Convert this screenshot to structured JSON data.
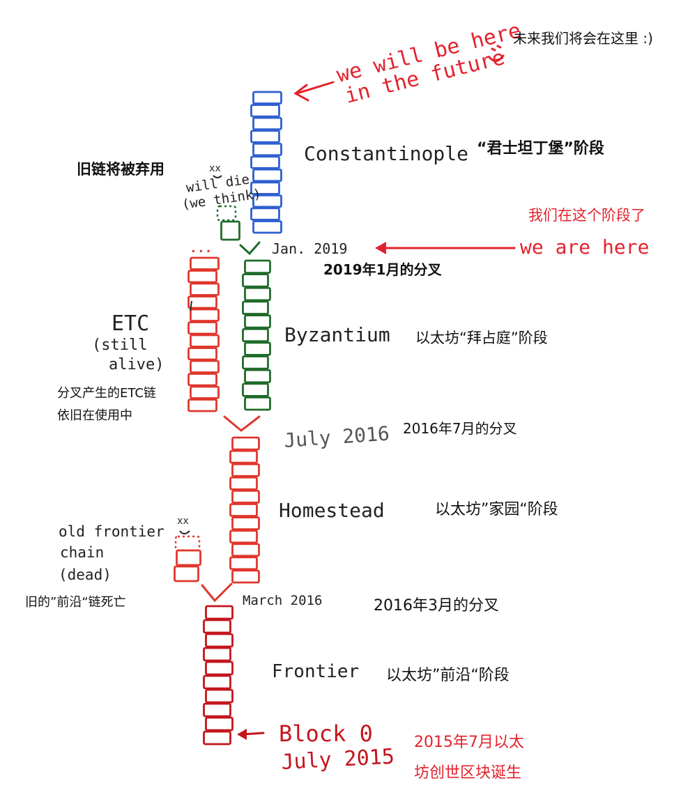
{
  "colors": {
    "blue": "#2f5fd0",
    "green": "#1f6b2a",
    "red": "#e0362c",
    "dark_red": "#c4151c",
    "hand_ink": "#2a2a2a",
    "annotation_red": "#e3222d",
    "text": "#111111"
  },
  "top": {
    "future_hand": [
      "we will be here",
      "in the future"
    ],
    "smiley": ":)",
    "future_cn": "未来我们将会在这里 :)"
  },
  "constantinople": {
    "hand": "Constantinople",
    "cn": "“君士坦丁堡”阶段"
  },
  "abandoned": {
    "cn": "旧链将被弃用",
    "dead_mark": "xx",
    "hand": [
      "will die",
      "(we think)"
    ]
  },
  "we_are_here": {
    "cn": "我们在这个阶段了",
    "hand": "we are here"
  },
  "fork_2019": {
    "hand": "Jan. 2019",
    "cn": "2019年1月的分叉"
  },
  "etc": {
    "hand": [
      "ETC",
      "(still",
      "alive)"
    ],
    "cn": [
      "分叉产生的ETC链",
      "依旧在使用中"
    ],
    "dots": "..."
  },
  "byzantium": {
    "hand": "Byzantium",
    "cn": "以太坊“拜占庭”阶段"
  },
  "fork_2016_july": {
    "hand": "July 2016",
    "cn": "2016年7月的分叉"
  },
  "homestead": {
    "hand": "Homestead",
    "cn": "以太坊”家园“阶段"
  },
  "old_frontier": {
    "dead_mark": "xx",
    "hand": [
      "old frontier",
      "chain",
      "(dead)"
    ],
    "cn": "旧的”前沿“链死亡"
  },
  "fork_2016_march": {
    "hand": "March 2016",
    "cn": "2016年3月的分叉"
  },
  "frontier": {
    "hand": "Frontier",
    "cn": "以太坊”前沿“阶段"
  },
  "genesis": {
    "hand": [
      "Block 0",
      "July 2015"
    ],
    "cn": [
      "2015年7月以太",
      "坊创世区块诞生"
    ]
  }
}
